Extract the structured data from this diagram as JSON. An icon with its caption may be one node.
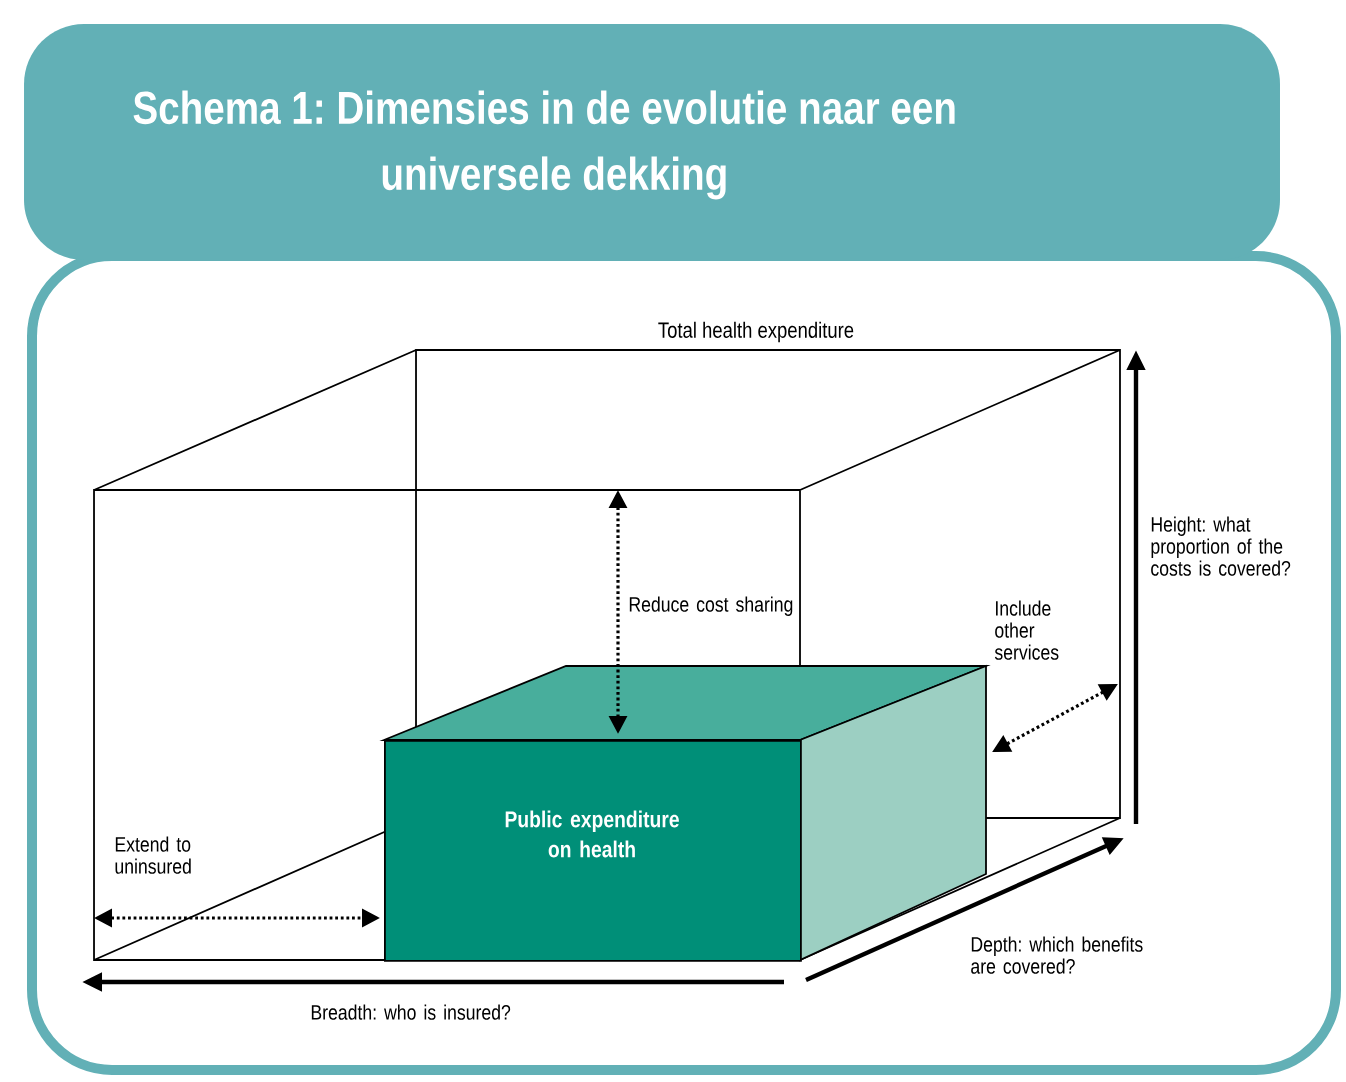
{
  "diagram": {
    "title": "Schema 1: Dimensies in de evolutie naar een universele dekking",
    "nodes": [
      {
        "text": [
          "Total health expenditure"
        ]
      },
      {
        "text": [
          "Public expenditure on health"
        ],
        "in": 0
      }
    ],
    "edges": [
      {
        "from": null,
        "to": 1,
        "arrow": "both",
        "style": "dashed"
      },
      {
        "from": 0,
        "to": 1,
        "arrow": "both",
        "style": "dashed"
      },
      {
        "from": 1,
        "to": 0,
        "arrow": "both",
        "style": "dashed"
      }
    ],
    "labels": [
      "Reduce cost sharing",
      "Include other services",
      "Height: what proportion of the costs is covered?",
      "Extend to uninsured",
      "Depth: which benefits are covered?",
      "Breadth: who is insured?"
    ]
  }
}
